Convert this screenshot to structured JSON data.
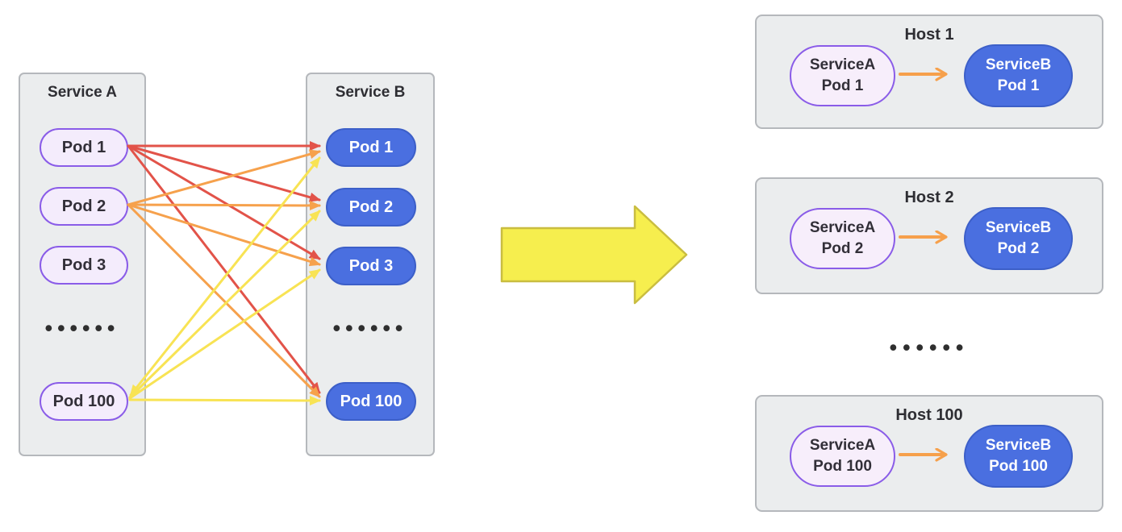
{
  "colors": {
    "canvas_bg": "#ffffff",
    "panel_bg": "#ebedee",
    "panel_border": "#b5b8bc",
    "pod_a_fill": "#f4ecfc",
    "host_pod_a_fill": "#f7eefb",
    "pod_a_border": "#8a5ce8",
    "pod_a_text": "#322f38",
    "pod_b_fill": "#4a6fe0",
    "pod_b_border": "#3c5fc8",
    "pod_b_text": "#ffffff",
    "arrow_red": "#e25349",
    "arrow_orange": "#f6a14c",
    "arrow_yellow": "#f8e354",
    "big_arrow_fill": "#f6ee4e",
    "big_arrow_border": "#c9bd40",
    "host_arrow_orange": "#f6a04b",
    "dots_color": "#2f2f2f",
    "title_text": "#2e2e33"
  },
  "left_diagram": {
    "service_a": {
      "title": "Service A",
      "pods": [
        "Pod 1",
        "Pod 2",
        "Pod 3",
        "Pod 100"
      ],
      "ellipsis": "••••••"
    },
    "service_b": {
      "title": "Service B",
      "pods": [
        "Pod 1",
        "Pod 2",
        "Pod 3",
        "Pod 100"
      ],
      "ellipsis": "••••••"
    },
    "connections": [
      {
        "from": "Service A Pod 1",
        "color": "#e25349",
        "to": [
          "Service B Pod 1",
          "Service B Pod 2",
          "Service B Pod 3",
          "Service B Pod 100"
        ]
      },
      {
        "from": "Service A Pod 2",
        "color": "#f6a14c",
        "to": [
          "Service B Pod 1",
          "Service B Pod 2",
          "Service B Pod 3",
          "Service B Pod 100"
        ]
      },
      {
        "from": "Service A Pod 100",
        "color": "#f8e354",
        "to": [
          "Service B Pod 1",
          "Service B Pod 2",
          "Service B Pod 3",
          "Service B Pod 100"
        ]
      }
    ]
  },
  "transform_arrow": {
    "direction": "right"
  },
  "right_diagram": {
    "hosts": [
      {
        "title": "Host 1",
        "pod_a": {
          "line1": "ServiceA",
          "line2": "Pod 1"
        },
        "pod_b": {
          "line1": "ServiceB",
          "line2": "Pod 1"
        }
      },
      {
        "title": "Host 2",
        "pod_a": {
          "line1": "ServiceA",
          "line2": "Pod 2"
        },
        "pod_b": {
          "line1": "ServiceB",
          "line2": "Pod 2"
        }
      },
      {
        "title": "Host 100",
        "pod_a": {
          "line1": "ServiceA",
          "line2": "Pod 100"
        },
        "pod_b": {
          "line1": "ServiceB",
          "line2": "Pod 100"
        }
      }
    ],
    "ellipsis": "••••••",
    "host_connection": "ServiceA Pod → ServiceB Pod"
  }
}
